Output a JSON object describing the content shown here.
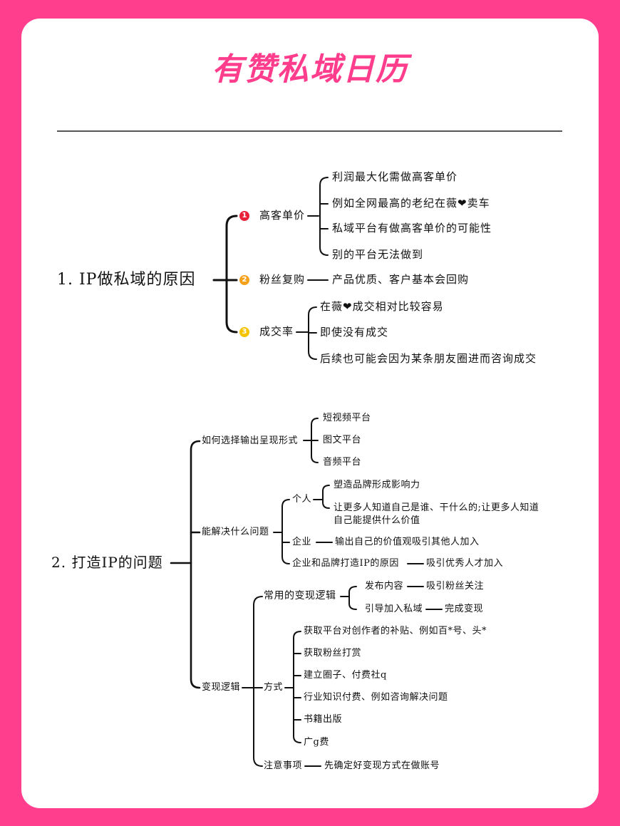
{
  "title": "有赞私域日历",
  "section1": {
    "root": "1. IP做私域的原因",
    "branches": [
      {
        "badge": "1",
        "badge_color": "#e8233b",
        "label": "高客单价",
        "children": [
          "利润最大化需做高客单价",
          "例如全网最高的老纪在薇❤卖车",
          "私域平台有做高客单价的可能性",
          "别的平台无法做到"
        ]
      },
      {
        "badge": "2",
        "badge_color": "#f5a11c",
        "label": "粉丝复购",
        "children": [
          "产品优质、客户基本会回购"
        ]
      },
      {
        "badge": "3",
        "badge_color": "#f5c400",
        "label": "成交率",
        "children": [
          "在薇❤成交相对比较容易",
          "即使没有成交",
          "后续也可能会因为某条朋友圈进而咨询成交"
        ]
      }
    ]
  },
  "section2": {
    "root": "2. 打造IP的问题",
    "branch_a": {
      "label": "如何选择输出呈现形式",
      "children": [
        "短视频平台",
        "图文平台",
        "音频平台"
      ]
    },
    "branch_b": {
      "label": "能解决什么问题",
      "person": {
        "label": "个人",
        "children": [
          "塑造品牌形成影响力",
          "让更多人知道自己是谁、干什么的;让更多人知道",
          "自己能提供什么价值"
        ]
      },
      "company": {
        "label": "企业",
        "child": "输出自己的价值观吸引其他人加入"
      },
      "company_brand": {
        "label": "企业和品牌打造IP的原因",
        "child": "吸引优秀人才加入"
      }
    },
    "branch_c": {
      "label": "变现逻辑",
      "common": {
        "label": "常用的变现逻辑",
        "items": [
          {
            "label": "发布内容",
            "child": "吸引粉丝关注"
          },
          {
            "label": "引导加入私域",
            "child": "完成变现"
          }
        ]
      },
      "methods": {
        "label": "方式",
        "children": [
          "获取平台对创作者的补贴、例如百*号、头*",
          "获取粉丝打赏",
          "建立圈子、付费社q",
          "行业知识付费、例如咨询解决问题",
          "书籍出版",
          "广g费"
        ]
      },
      "notes": {
        "label": "注意事项",
        "child": "先确定好变现方式在做账号"
      }
    }
  }
}
